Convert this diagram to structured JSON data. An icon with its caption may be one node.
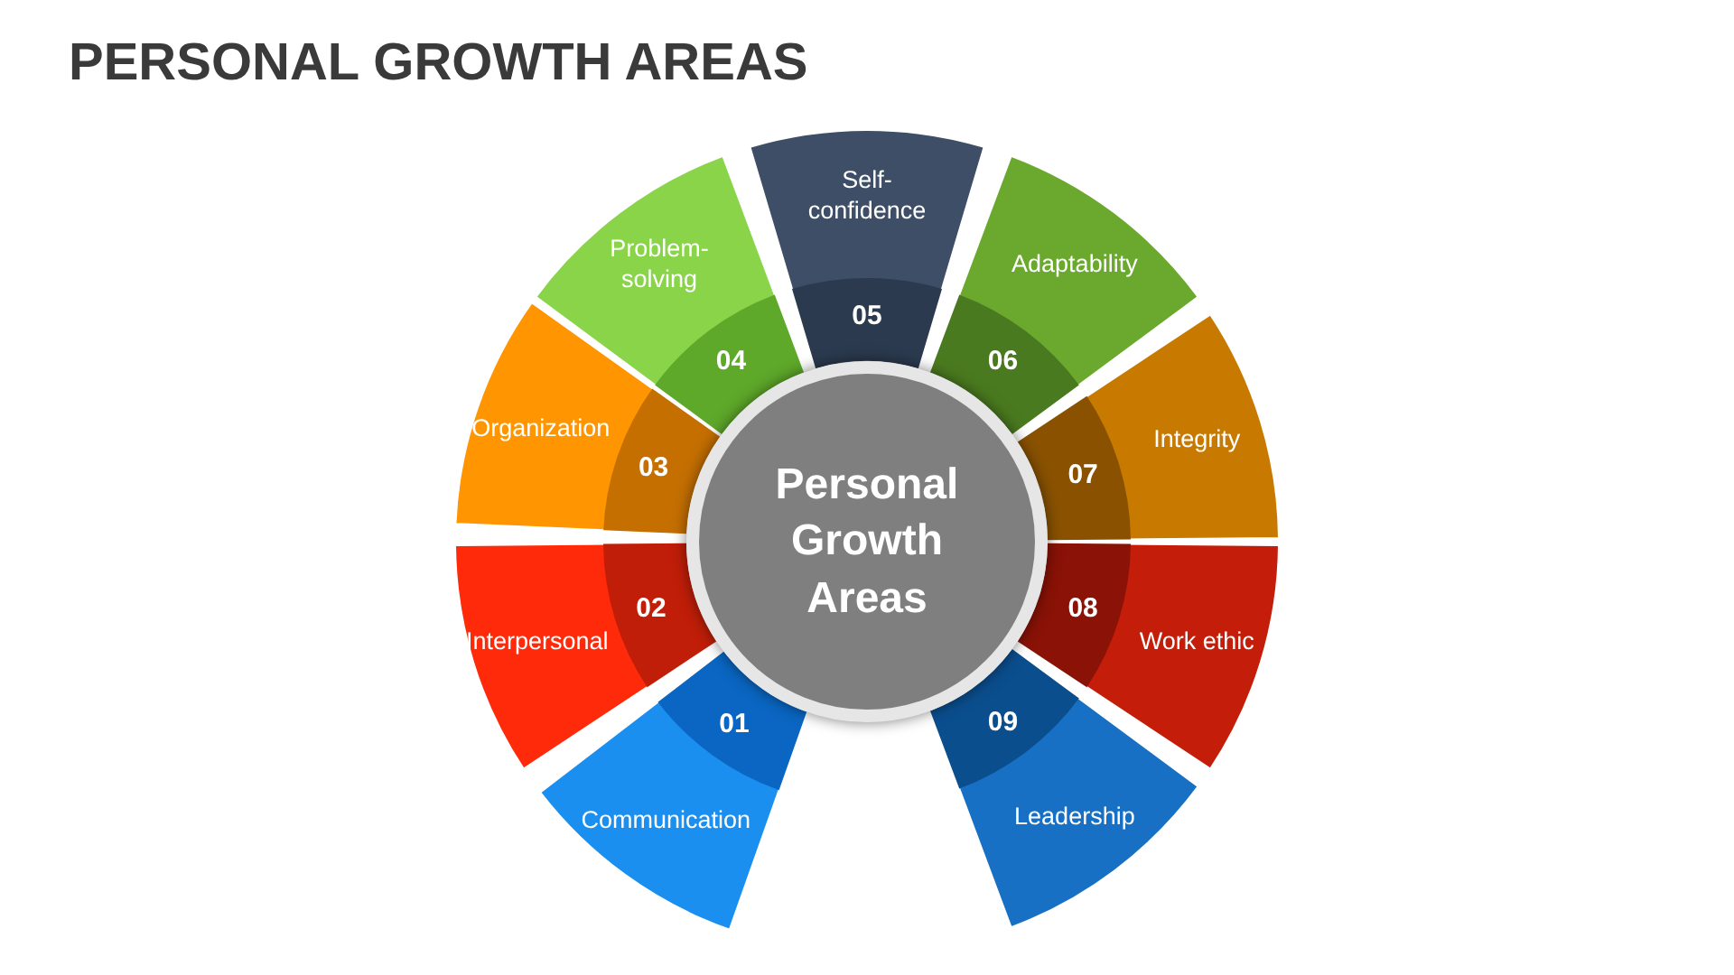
{
  "diagram": {
    "title": "PERSONAL GROWTH AREAS",
    "nodes": [
      {
        "text": [
          "Personal Growth Areas"
        ]
      },
      {
        "text": [
          "01",
          "Communication"
        ]
      },
      {
        "text": [
          "02",
          "Interpersonal"
        ]
      },
      {
        "text": [
          "03",
          "Organization"
        ]
      },
      {
        "text": [
          "Problem-solving",
          "04"
        ]
      },
      {
        "text": [
          "Self-confidence",
          "05"
        ]
      },
      {
        "text": [
          "Adaptability",
          "06"
        ]
      },
      {
        "text": [
          "07",
          "Integrity"
        ]
      },
      {
        "text": [
          "08",
          "Work ethic"
        ]
      },
      {
        "text": [
          "09",
          "Leadership"
        ]
      }
    ],
    "edges": []
  }
}
